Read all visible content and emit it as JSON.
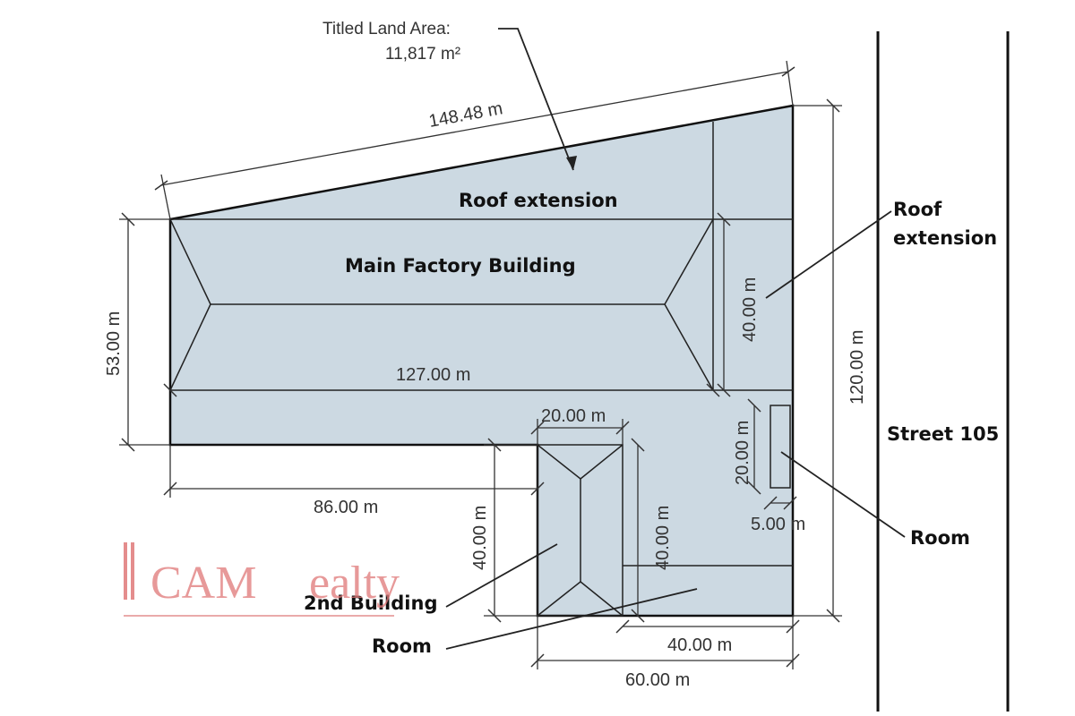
{
  "site_plan": {
    "titled_land_area_label": "Titled Land Area:",
    "titled_land_area_value": "11,817 m²",
    "street_label": "Street 105",
    "labels": {
      "roof_extension_top": "Roof extension",
      "main_factory_building": "Main Factory Building",
      "roof_extension_right_line1": "Roof",
      "roof_extension_right_line2": "extension",
      "second_building": "2nd Building",
      "room_right": "Room",
      "room_bottom": "Room"
    },
    "dimensions": {
      "top_diagonal": "148.48 m",
      "left_height": "53.00 m",
      "main_width": "127.00 m",
      "right_inner_height": "40.00 m",
      "right_total_height": "120.00 m",
      "bottom_left_width": "86.00 m",
      "second_building_width": "20.00 m",
      "second_building_height_left": "40.00 m",
      "second_building_height_right": "40.00 m",
      "room_height": "20.00 m",
      "room_width": "5.00 m",
      "bottom_right_width": "40.00 m",
      "bottom_total_width": "60.00 m"
    },
    "watermark": {
      "brand_left": "CAM",
      "brand_right": "ealty"
    },
    "colors": {
      "building_fill": "#ccd9e2",
      "watermark": "#e07a7a"
    }
  }
}
